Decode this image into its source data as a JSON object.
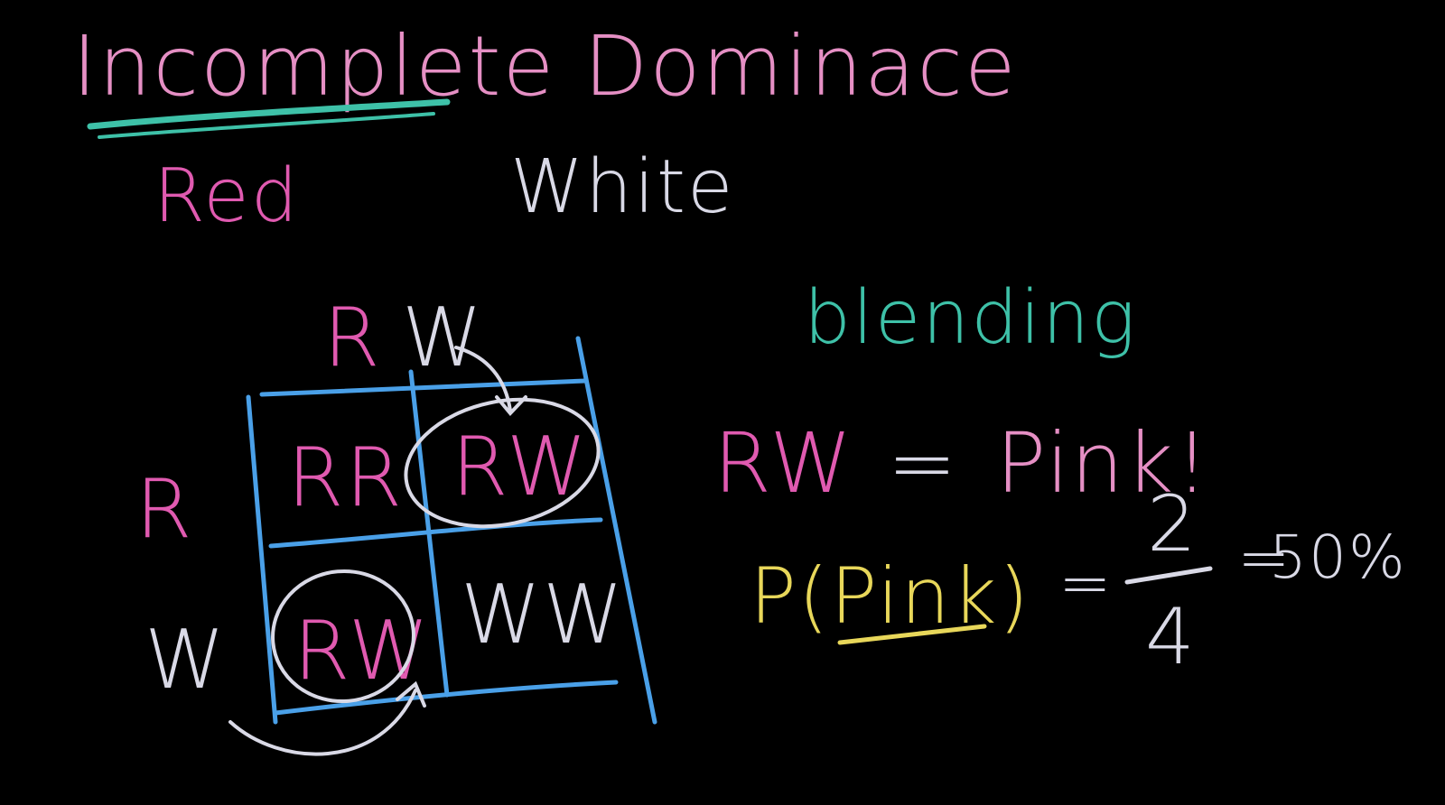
{
  "title": "Incomplete Dominace",
  "alleles": {
    "red": "Red",
    "white": "White"
  },
  "blending_note": "blending",
  "punnett": {
    "top_labels": [
      "R",
      "W"
    ],
    "side_labels": [
      "R",
      "W"
    ],
    "cells": [
      [
        "RR",
        "RW"
      ],
      [
        "RW",
        "WW"
      ]
    ]
  },
  "result": {
    "genotype": "RW",
    "equals": "=",
    "phenotype": "Pink!"
  },
  "probability": {
    "lhs": "P(Pink)",
    "equals1": "=",
    "numerator": "2",
    "denominator": "4",
    "equals2": "=",
    "percent": "50%"
  },
  "colors": {
    "background": "#000000",
    "pink": "#e05ab0",
    "light_pink": "#e58fc4",
    "white_ink": "#d9d9e6",
    "teal": "#3ec1a8",
    "blue": "#4aa0e8",
    "yellow": "#e8d75a"
  }
}
